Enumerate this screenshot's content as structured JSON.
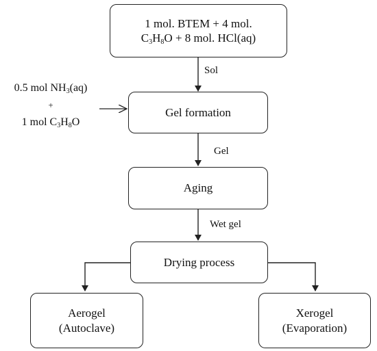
{
  "flow": {
    "start": {
      "line1": "1 mol. BTEM + 4 mol.",
      "line2": {
        "a": "C",
        "s1": "3",
        "b": "H",
        "s2": "8",
        "c": "O + 8 mol. HCl(aq)"
      }
    },
    "sol_label": "Sol",
    "additive": {
      "line1": {
        "a": "0.5 mol NH",
        "s1": "3",
        "b": "(aq)"
      },
      "plus": "+",
      "line3": {
        "a": "1 mol C",
        "s1": "3",
        "b": "H",
        "s2": "8",
        "c": "O"
      }
    },
    "gel_formation": "Gel formation",
    "gel_label": "Gel",
    "aging": "Aging",
    "wet_gel_label": "Wet gel",
    "drying": "Drying process",
    "aerogel": {
      "line1": "Aerogel",
      "line2": "(Autoclave)"
    },
    "xerogel": {
      "line1": "Xerogel",
      "line2": "(Evaporation)"
    }
  }
}
